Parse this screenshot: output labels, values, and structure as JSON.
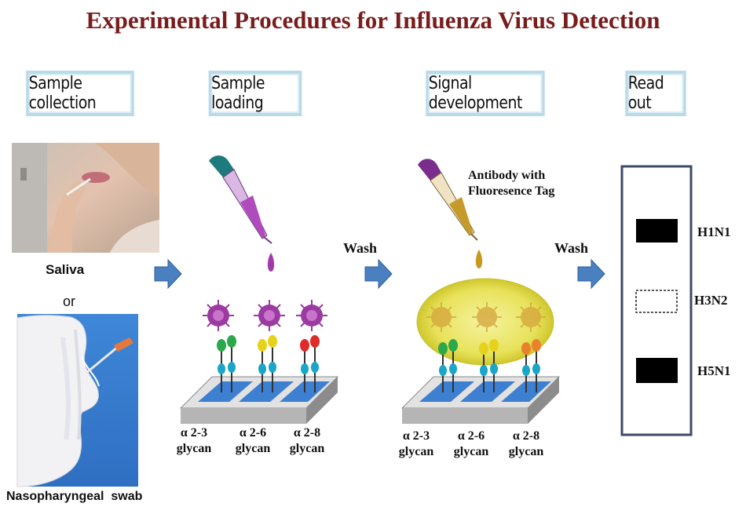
{
  "title": "Experimental Procedures for Influenza Virus Detection",
  "steps": [
    "Sample collection",
    "Sample loading",
    "Signal development",
    "Read out"
  ],
  "samples": {
    "saliva": "Saliva",
    "or": "or",
    "swab": "Nasopharyngeal  swab"
  },
  "wash": "Wash",
  "antibody": {
    "line1": "Antibody with",
    "line2": "Fluoresence Tag"
  },
  "glycans": [
    {
      "top": "α 2-3",
      "bottom": "glycan"
    },
    {
      "top": "α 2-6",
      "bottom": "glycan"
    },
    {
      "top": "α 2-8",
      "bottom": "glycan"
    }
  ],
  "readout": [
    {
      "name": "H1N1",
      "state": "positive"
    },
    {
      "name": "H3N2",
      "state": "negative"
    },
    {
      "name": "H5N1",
      "state": "positive"
    }
  ],
  "colors": {
    "title": "#7a1c1c",
    "arrow": "#4a7fc0",
    "virus": "#9b3aa0",
    "halo": "#e6e04a"
  }
}
